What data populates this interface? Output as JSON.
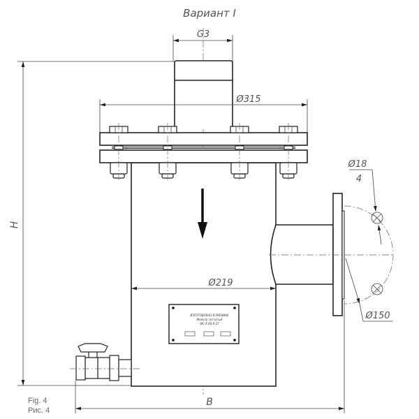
{
  "title": "Вариант I",
  "dimensions": {
    "thread": "G3",
    "flange_diameter": "Ø315",
    "body_diameter": "Ø219",
    "hole_diameter": "Ø18",
    "hole_count": "4",
    "bolt_circle": "Ø150",
    "height": "H",
    "width": "B"
  },
  "nameplate": {
    "line1": "ИЗГОТОВЛЕНО В УКРАИНЕ",
    "line2": "Фильтр сетчатый",
    "line3": "ФС-Х-80-6-2Т"
  },
  "caption": {
    "en": "Fig. 4",
    "ru": "Рис. 4"
  }
}
